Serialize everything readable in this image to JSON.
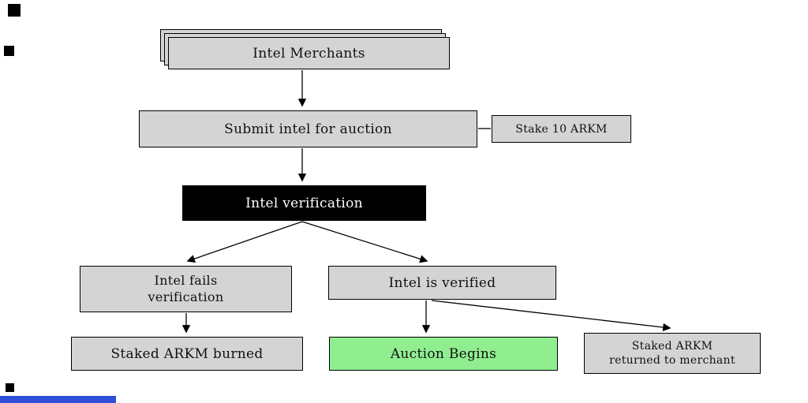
{
  "nodes": {
    "intel_merchants": {
      "label": "Intel Merchants"
    },
    "submit_intel": {
      "label": "Submit intel for auction"
    },
    "stake_arkm": {
      "label": "Stake 10 ARKM"
    },
    "intel_verification": {
      "label": "Intel verification"
    },
    "intel_fails": {
      "line1": "Intel fails",
      "line2": "verification"
    },
    "intel_verified": {
      "label": "Intel is verified"
    },
    "staked_burned": {
      "label": "Staked ARKM burned"
    },
    "auction_begins": {
      "label": "Auction Begins"
    },
    "staked_returned": {
      "line1": "Staked ARKM",
      "line2": "returned to merchant"
    }
  },
  "edges": [
    {
      "from": "intel_merchants",
      "to": "submit_intel",
      "style": "arrow"
    },
    {
      "from": "submit_intel",
      "to": "stake_arkm",
      "style": "plain"
    },
    {
      "from": "submit_intel",
      "to": "intel_verification",
      "style": "arrow"
    },
    {
      "from": "intel_verification",
      "to": "intel_fails",
      "style": "arrow"
    },
    {
      "from": "intel_verification",
      "to": "intel_verified",
      "style": "arrow"
    },
    {
      "from": "intel_fails",
      "to": "staked_burned",
      "style": "arrow"
    },
    {
      "from": "intel_verified",
      "to": "auction_begins",
      "style": "arrow"
    },
    {
      "from": "intel_verified",
      "to": "staked_returned",
      "style": "arrow"
    }
  ],
  "colors": {
    "box_fill": "#d4d4d4",
    "box_border": "#000000",
    "verification_fill": "#000000",
    "verification_text": "#ffffff",
    "auction_fill": "#90ee90",
    "background": "#ffffff",
    "line": "#000000",
    "progress_bar": "#2f4fd8"
  }
}
